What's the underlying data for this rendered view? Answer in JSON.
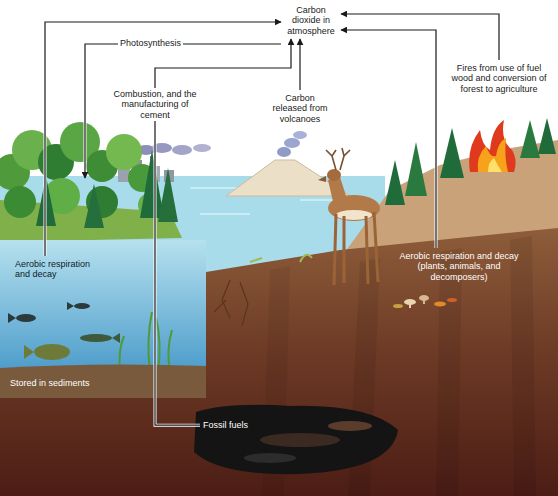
{
  "diagram": {
    "nodes": [
      {
        "text": [
          "Carbon dioxide in atmosphere"
        ]
      },
      {
        "text": [
          "Carbon released from volcanoes"
        ]
      },
      {
        "text": [
          "Fires from use of fuel wood and conversion of forest to agriculture"
        ]
      },
      {
        "text": [
          "Aerobic respiration and decay"
        ]
      },
      {
        "text": [
          "Aerobic respiration and decay (plants, animals, and decomposers)"
        ]
      },
      {
        "text": [
          "Fossil fuels"
        ]
      }
    ],
    "edges": [
      {
        "from": 3,
        "to": 0,
        "arrow": "to"
      },
      {
        "from": 5,
        "to": 0,
        "label": "Combustion, and the manufacturing of cement",
        "arrow": "to"
      },
      {
        "from": 1,
        "to": 0,
        "arrow": "to"
      },
      {
        "from": 2,
        "to": 0,
        "arrow": "to"
      },
      {
        "from": 4,
        "to": 0,
        "arrow": "to"
      }
    ],
    "labels": [
      "Photosynthesis",
      "Stored in sediments"
    ]
  }
}
